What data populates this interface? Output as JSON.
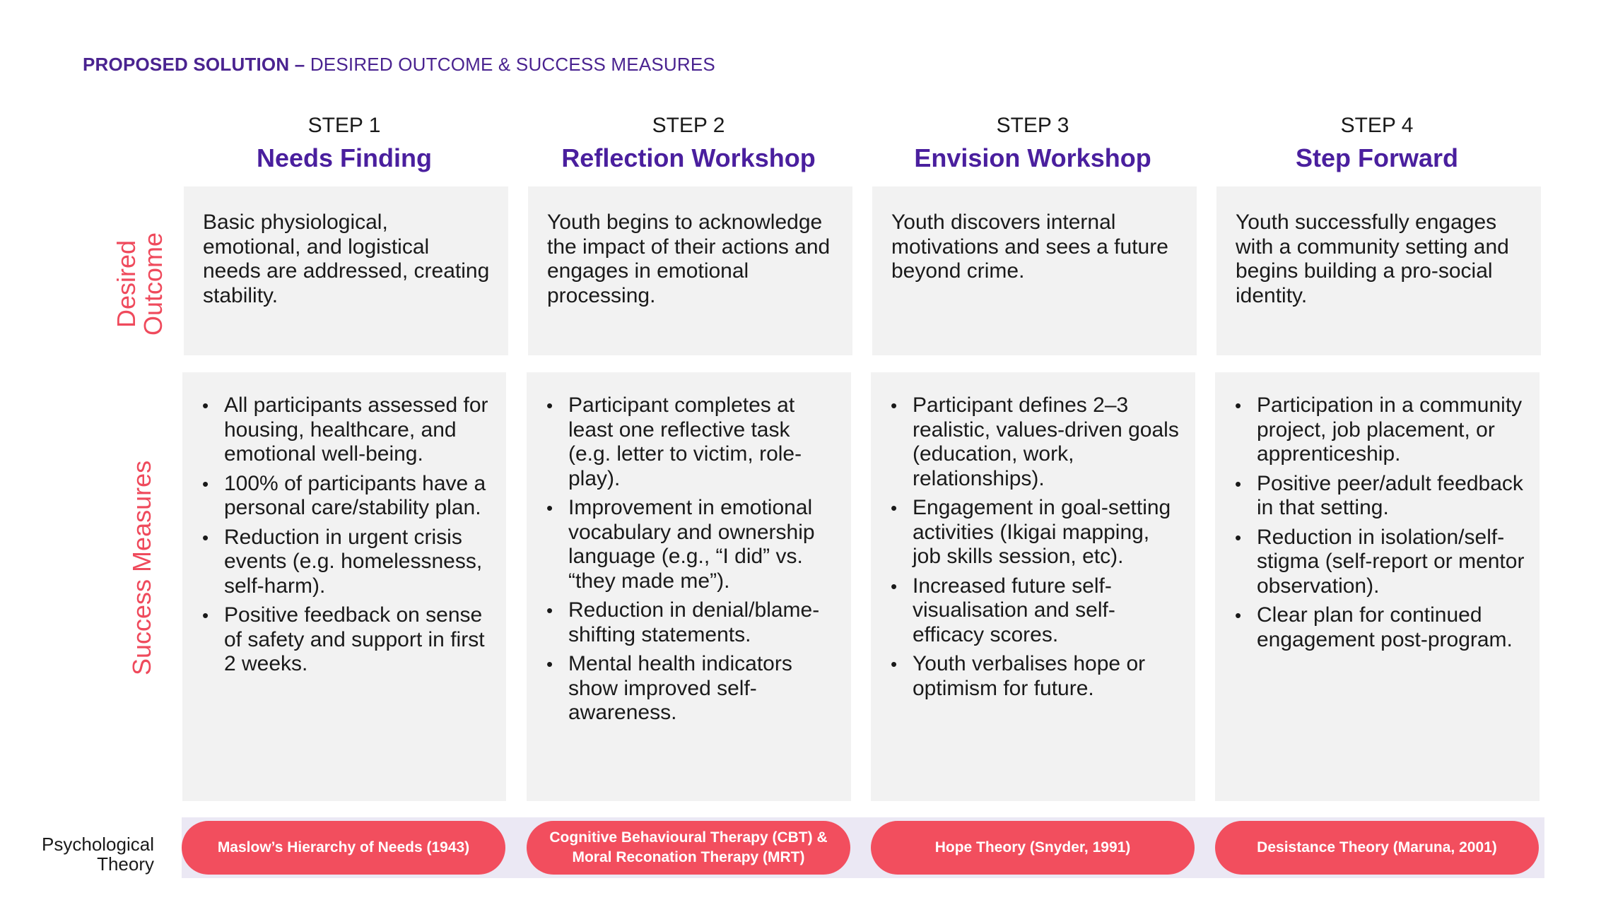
{
  "header": {
    "bold": "PROPOSED SOLUTION –",
    "rest": " DESIRED OUTCOME & SUCCESS MEASURES"
  },
  "row_labels": {
    "outcome": "Desired Outcome",
    "measures": "Success Measures",
    "theory": "Psychological Theory"
  },
  "steps": [
    {
      "num": "STEP 1",
      "title": "Needs Finding",
      "outcome": "Basic physiological, emotional, and logistical needs are addressed, creating stability.",
      "measures": [
        "All participants assessed for housing, healthcare, and emotional well-being.",
        "100% of participants have a personal care/stability plan.",
        "Reduction in urgent crisis events (e.g. homelessness, self-harm).",
        "Positive feedback on sense of safety and support in first 2 weeks."
      ],
      "theory": "Maslow’s Hierarchy of Needs (1943)"
    },
    {
      "num": "STEP 2",
      "title": "Reflection Workshop",
      "outcome": "Youth begins to acknowledge the impact of their actions and engages in emotional processing.",
      "measures": [
        "Participant completes at least one reflective task (e.g. letter to victim, role-play).",
        "Improvement in emotional vocabulary and ownership language (e.g., “I did” vs. “they made me”).",
        "Reduction in denial/blame-shifting statements.",
        "Mental health indicators show improved self-awareness."
      ],
      "theory": "Cognitive Behavioural Therapy (CBT) & Moral Reconation Therapy (MRT)"
    },
    {
      "num": "STEP 3",
      "title": "Envision Workshop",
      "outcome": "Youth discovers internal motivations and sees a future beyond crime.",
      "measures": [
        "Participant defines 2–3 realistic, values-driven goals (education, work, relationships).",
        "Engagement in goal-setting activities (Ikigai mapping, job skills session, etc).",
        "Increased future self-visualisation and self-efficacy scores.",
        "Youth verbalises hope or optimism for future."
      ],
      "theory": "Hope Theory (Snyder, 1991)"
    },
    {
      "num": "STEP 4",
      "title": "Step Forward",
      "outcome": "Youth successfully engages with a community setting and begins building a pro-social identity.",
      "measures": [
        "Participation in a community project, job placement, or apprenticeship.",
        "Positive peer/adult feedback in that setting.",
        "Reduction in isolation/self-stigma (self-report or mentor observation).",
        "Clear plan for continued engagement post-program."
      ],
      "theory": "Desistance Theory (Maruna, 2001)"
    }
  ]
}
